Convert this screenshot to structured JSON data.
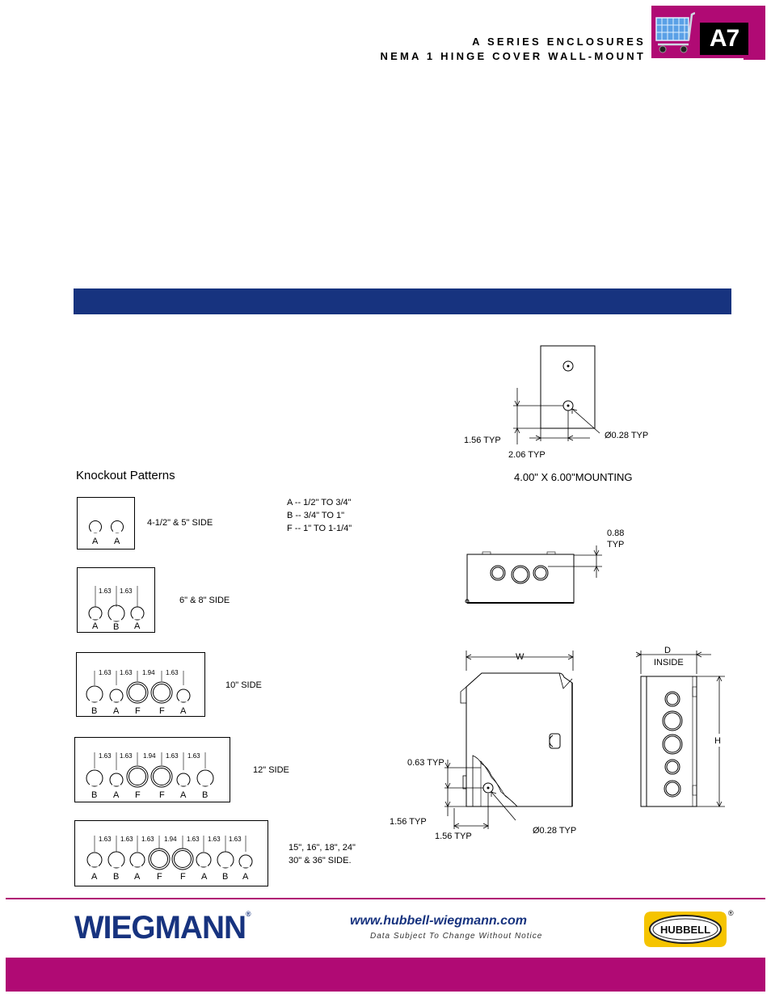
{
  "header": {
    "line1": "A SERIES ENCLOSURES",
    "line2": "NEMA 1 HINGE COVER WALL-MOUNT",
    "page_tab": "A7",
    "cart_icon": "shopping-cart-icon"
  },
  "mounting": {
    "dim_156": "1.56 TYP",
    "dim_206": "2.06 TYP",
    "hole": "Ø0.28 TYP",
    "size": "4.00\" X 6.00\"",
    "label": "MOUNTING"
  },
  "knockout": {
    "title": "Knockout Patterns",
    "legend": [
      "A -- 1/2\" TO 3/4\"",
      "B -- 3/4\" TO 1\"",
      "F -- 1\" TO 1-1/4\""
    ],
    "patterns": [
      {
        "side": "4-1/2\" & 5\" SIDE",
        "letters": [
          "A",
          "A"
        ],
        "dims": []
      },
      {
        "side": "6\" & 8\" SIDE",
        "letters": [
          "A",
          "B",
          "A"
        ],
        "dims": [
          "1.63",
          "1.63"
        ]
      },
      {
        "side": "10\" SIDE",
        "letters": [
          "B",
          "A",
          "F",
          "F",
          "A"
        ],
        "dims": [
          "1.63",
          "1.63",
          "1.94",
          "1.63"
        ]
      },
      {
        "side": "12\" SIDE",
        "letters": [
          "B",
          "A",
          "F",
          "F",
          "A",
          "B"
        ],
        "dims": [
          "1.63",
          "1.63",
          "1.94",
          "1.63",
          "1.63"
        ]
      },
      {
        "side": "15\", 16\", 18\", 24\"",
        "side2": "30\" & 36\" SIDE.",
        "letters": [
          "A",
          "B",
          "A",
          "F",
          "F",
          "A",
          "B",
          "A"
        ],
        "dims": [
          "1.63",
          "1.63",
          "1.63",
          "1.94",
          "1.63",
          "1.63",
          "1.63"
        ]
      }
    ]
  },
  "enclosure": {
    "top_dim": "0.88",
    "top_typ": "TYP",
    "w": "W",
    "d": "D",
    "inside": "INSIDE",
    "h": "H",
    "dim_063": "0.63 TYP",
    "dim_156a": "1.56 TYP",
    "dim_156b": "1.56 TYP",
    "hole": "Ø0.28 TYP"
  },
  "footer": {
    "brand": "WIEGMANN",
    "brand_reg": "®",
    "url": "www.hubbell-wiegmann.com",
    "disclaimer": "Data Subject To Change Without Notice",
    "hubbell": "HUBBELL",
    "hubbell_reg": "®"
  },
  "colors": {
    "magenta": "#b00a74",
    "navy": "#17337f",
    "hubbell_yellow": "#f5c400"
  }
}
